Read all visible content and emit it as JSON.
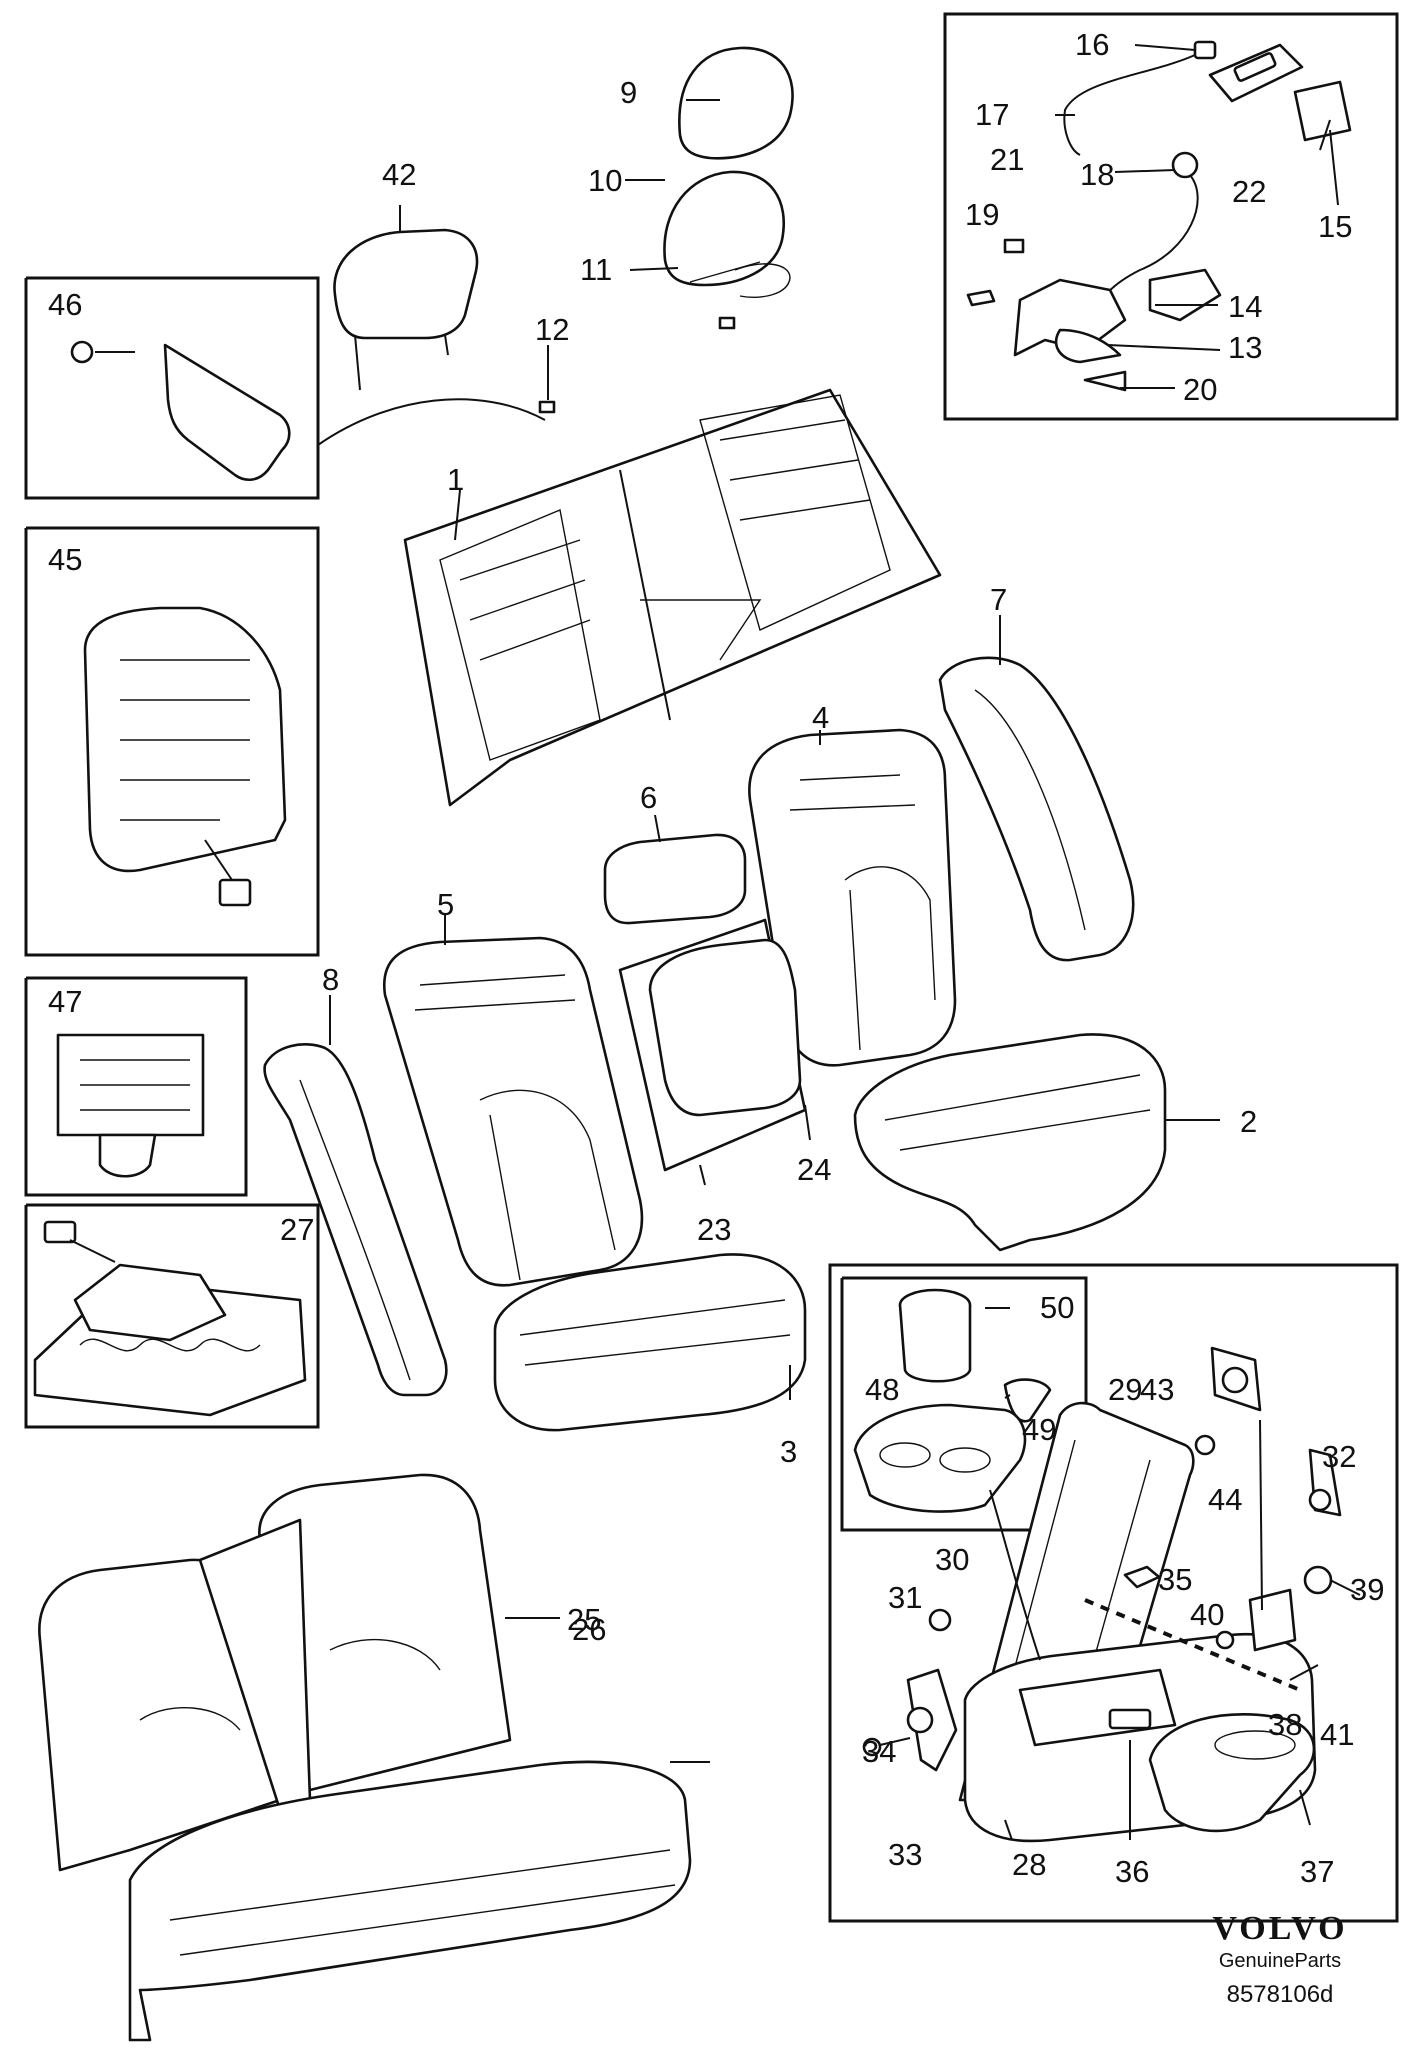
{
  "labels": {
    "p1": "1",
    "p2": "2",
    "p3": "3",
    "p4": "4",
    "p5": "5",
    "p6": "6",
    "p7": "7",
    "p8": "8",
    "p9": "9",
    "p10": "10",
    "p11": "11",
    "p12": "12",
    "p13": "13",
    "p14": "14",
    "p15": "15",
    "p16": "16",
    "p17": "17",
    "p18": "18",
    "p19": "19",
    "p20": "20",
    "p21": "21",
    "p22": "22",
    "p23": "23",
    "p24": "24",
    "p25": "25",
    "p26": "26",
    "p27": "27",
    "p28": "28",
    "p29": "29",
    "p30": "30",
    "p31": "31",
    "p32": "32",
    "p33": "33",
    "p34": "34",
    "p35": "35",
    "p36": "36",
    "p37": "37",
    "p38": "38",
    "p39": "39",
    "p40": "40",
    "p41": "41",
    "p42": "42",
    "p43": "43",
    "p44": "44",
    "p45": "45",
    "p46": "46",
    "p47": "47",
    "p48": "48",
    "p49": "49",
    "p50": "50"
  },
  "brand": {
    "logo": "VOLVO",
    "subtitle": "GenuineParts",
    "diagram_code": "8578106d"
  }
}
